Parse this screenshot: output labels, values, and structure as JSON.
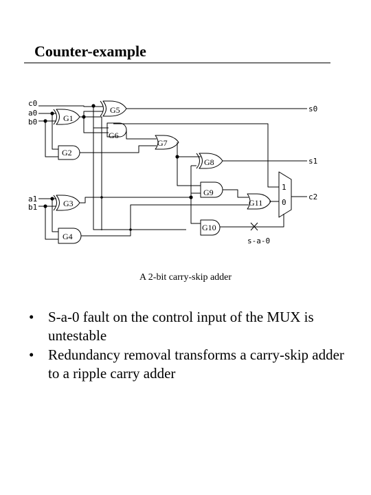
{
  "slide": {
    "title": "Counter-example",
    "caption": "A 2-bit carry-skip adder",
    "bullet_symbol": "•",
    "bullets": [
      "S-a-0 fault on the control input of the MUX is untestable",
      "Redundancy removal transforms a carry-skip adder to a ripple carry adder"
    ]
  },
  "circuit": {
    "inputs": {
      "c0": "c0",
      "a0": "a0",
      "b0": "b0",
      "a1": "a1",
      "b1": "b1"
    },
    "outputs": {
      "s0": "s0",
      "s1": "s1",
      "c2": "c2"
    },
    "gates": {
      "g1": "G1",
      "g2": "G2",
      "g3": "G3",
      "g4": "G4",
      "g5": "G5",
      "g6": "G6",
      "g7": "G7",
      "g8": "G8",
      "g9": "G9",
      "g10": "G10",
      "g11": "G11"
    },
    "mux": {
      "in1": "1",
      "in0": "0"
    },
    "fault": {
      "label": "s-a-0",
      "marker": "×"
    }
  }
}
